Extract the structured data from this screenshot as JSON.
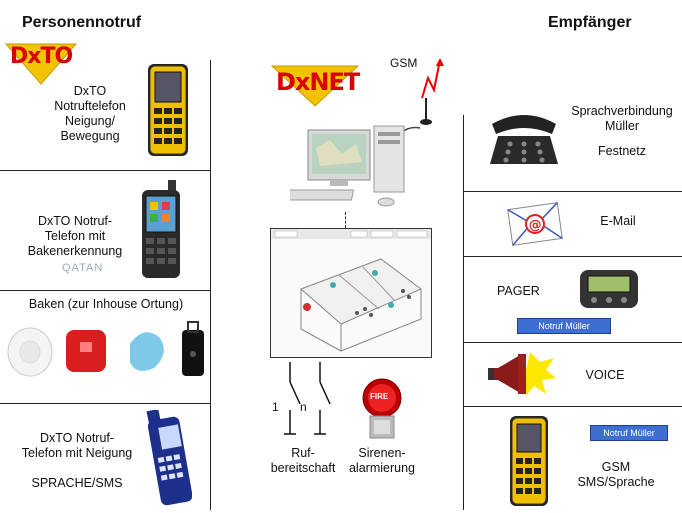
{
  "headers": {
    "left": "Personennotruf",
    "right": "Empfänger"
  },
  "logos": {
    "dxto": "DxTO",
    "dxnet": "DxNET"
  },
  "left_items": [
    {
      "label": "DxTO\nNotruftelefon\nNeigung/\nBewegung"
    },
    {
      "label": "DxTO Notruf-\nTelefon mit\nBakenerkennung",
      "brand": "QATAN"
    },
    {
      "label": "Baken (zur Inhouse Ortung)"
    },
    {
      "label": "DxTO Notruf-\nTelefon mit Neigung",
      "sub": "SPRACHE/SMS"
    }
  ],
  "center": {
    "gsm_label": "GSM",
    "switch_labels": [
      "1",
      "n"
    ],
    "switch_caption": "Ruf-\nbereitschaft",
    "siren_caption": "Sirenen-\nalarmierung",
    "fire_label": "FIRE"
  },
  "right_items": [
    {
      "label": "Sprachverbindung\nMüller",
      "sub": "Festnetz"
    },
    {
      "label": "E-Mail"
    },
    {
      "label": "PAGER",
      "bubble": "Notruf  Müller"
    },
    {
      "label": "VOICE"
    },
    {
      "label": "GSM\nSMS/Sprache",
      "bubble": "Notruf Müller"
    }
  ],
  "colors": {
    "logo_red": "#d80000",
    "logo_yellow": "#f2c300",
    "bubble_blue": "#3d6fd0",
    "phone_yellow": "#f0c000"
  }
}
